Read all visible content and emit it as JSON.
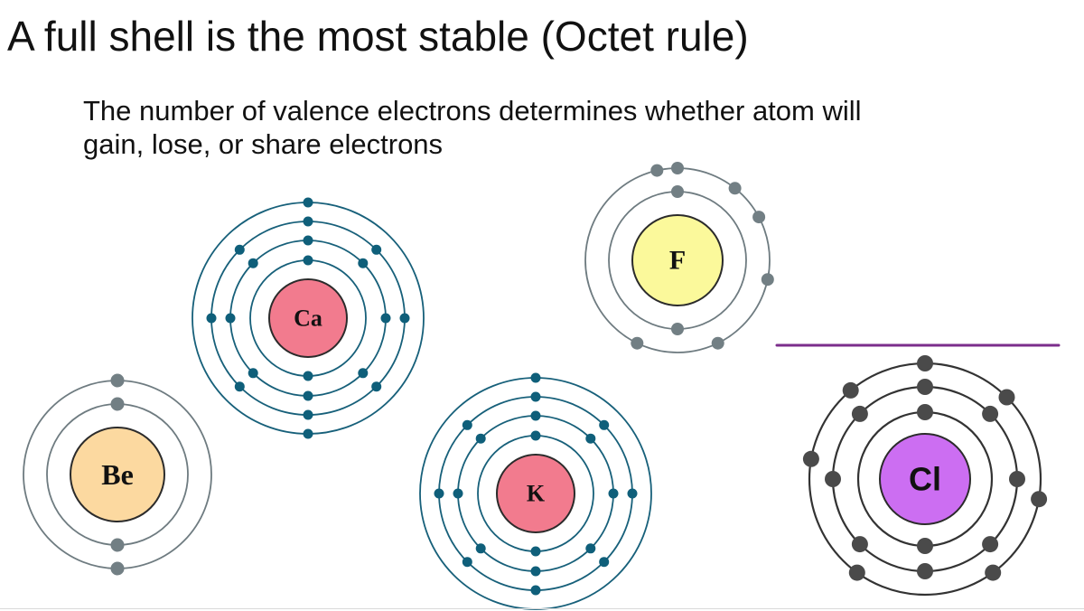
{
  "slide": {
    "title": "A full shell is the most stable (Octet rule)",
    "subtitle_lines": [
      "The number of valence electrons determines whether atom will",
      "gain, lose, or share electrons"
    ]
  },
  "colors": {
    "teal_shell": "#17607a",
    "gray_shell": "#6e7b80",
    "dark_shell": "#333333",
    "purple_line": "#7b2d8b"
  },
  "atoms": [
    {
      "symbol": "Ca",
      "element": "calcium",
      "nucleus_color": "#f27b8e",
      "shell_color": "#17607a",
      "electron_color": "#0f5f7a",
      "electrons_per_shell": [
        2,
        8,
        8,
        2
      ]
    },
    {
      "symbol": "F",
      "element": "fluorine",
      "nucleus_color": "#fbf99b",
      "shell_color": "#6e7b80",
      "electron_color": "#727f84",
      "electrons_per_shell": [
        2,
        7
      ]
    },
    {
      "symbol": "Be",
      "element": "beryllium",
      "nucleus_color": "#fcd9a0",
      "shell_color": "#6e7b80",
      "electron_color": "#727f84",
      "electrons_per_shell": [
        2,
        2
      ]
    },
    {
      "symbol": "K",
      "element": "potassium",
      "nucleus_color": "#f27b8e",
      "shell_color": "#17607a",
      "electron_color": "#0f5f7a",
      "electrons_per_shell": [
        2,
        8,
        8,
        1
      ]
    },
    {
      "symbol": "Cl",
      "element": "chlorine",
      "nucleus_color": "#cc6ef2",
      "shell_color": "#333333",
      "electron_color": "#4a4a4a",
      "electrons_per_shell": [
        2,
        8,
        7
      ]
    }
  ]
}
